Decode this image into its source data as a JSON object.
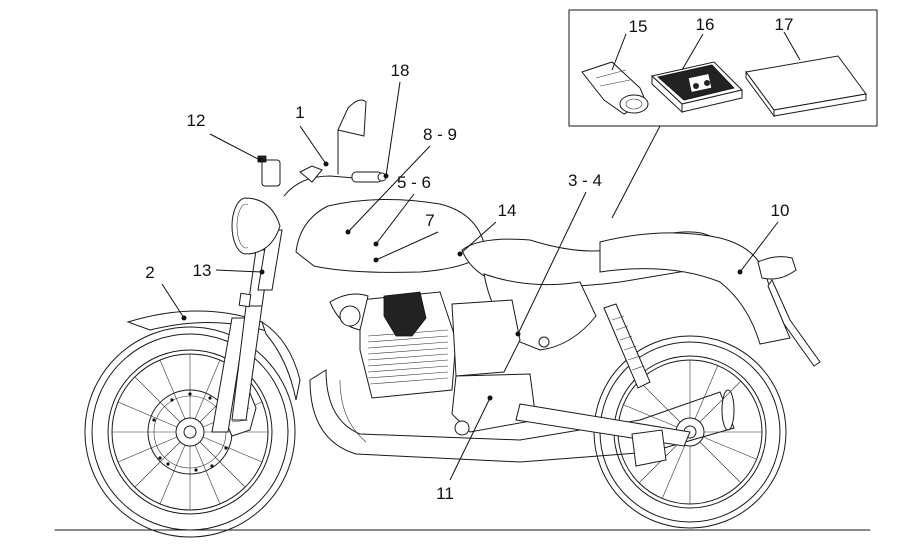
{
  "callouts": [
    {
      "id": "c1",
      "text": "1"
    },
    {
      "id": "c2",
      "text": "2"
    },
    {
      "id": "c3",
      "text": "3 - 4"
    },
    {
      "id": "c5",
      "text": "5 - 6"
    },
    {
      "id": "c7",
      "text": "7"
    },
    {
      "id": "c8",
      "text": "8 - 9"
    },
    {
      "id": "c10",
      "text": "10"
    },
    {
      "id": "c11",
      "text": "11"
    },
    {
      "id": "c12",
      "text": "12"
    },
    {
      "id": "c13",
      "text": "13"
    },
    {
      "id": "c14",
      "text": "14"
    },
    {
      "id": "c15",
      "text": "15"
    },
    {
      "id": "c16",
      "text": "16"
    },
    {
      "id": "c17",
      "text": "17"
    },
    {
      "id": "c18",
      "text": "18"
    }
  ]
}
